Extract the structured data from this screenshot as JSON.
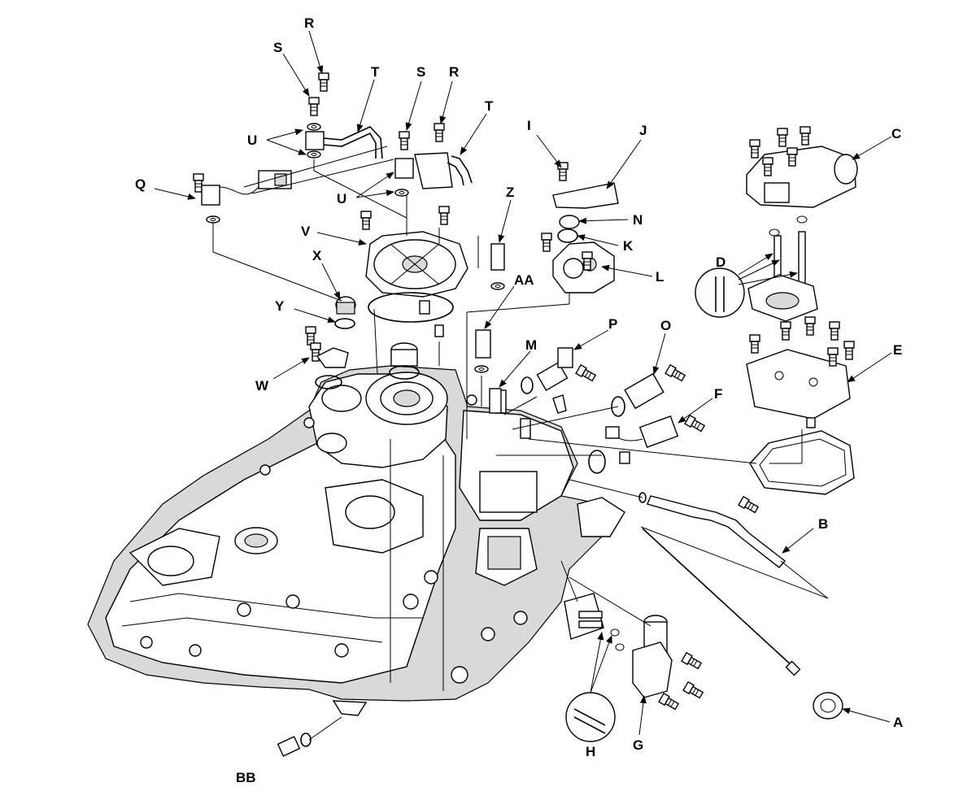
{
  "labels": {
    "A": "A",
    "B": "B",
    "C": "C",
    "D": "D",
    "E": "E",
    "F": "F",
    "G": "G",
    "H": "H",
    "I": "I",
    "J": "J",
    "K": "K",
    "L": "L",
    "M": "M",
    "N": "N",
    "O": "O",
    "P": "P",
    "Q": "Q",
    "R1": "R",
    "R2": "R",
    "S1": "S",
    "S2": "S",
    "T1": "T",
    "T2": "T",
    "U1": "U",
    "U2": "U",
    "V": "V",
    "W": "W",
    "X": "X",
    "Y": "Y",
    "Z": "Z",
    "AA": "AA",
    "BB": "BB"
  }
}
